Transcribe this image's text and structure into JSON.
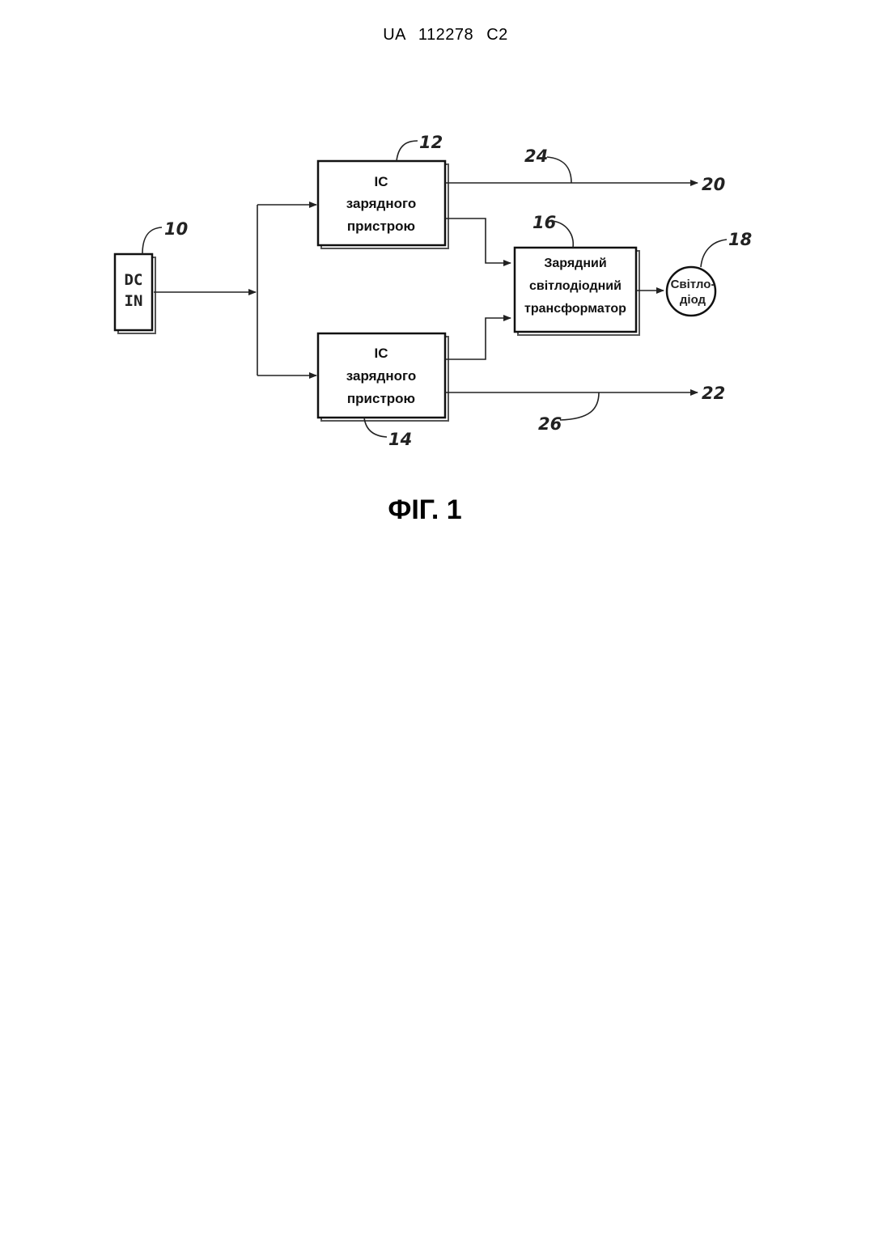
{
  "header": {
    "doc_id": "UA   112278   C2"
  },
  "figure": {
    "caption": "ФІГ. 1",
    "blocks": {
      "dc_in": {
        "line1": "DC",
        "line2": "IN",
        "ref": "10"
      },
      "charger_ic_top": {
        "line1": "IC",
        "line2": "зарядного",
        "line3": "пристрою",
        "ref": "12"
      },
      "charger_ic_bottom": {
        "line1": "IC",
        "line2": "зарядного",
        "line3": "пристрою",
        "ref": "14"
      },
      "led_transformer": {
        "line1": "Зарядний",
        "line2": "світлодіодний",
        "line3": "трансформатор",
        "ref": "16"
      },
      "led": {
        "line1": "Світло-",
        "line2": "діод",
        "ref": "18"
      }
    },
    "outputs": {
      "top": {
        "ref": "20",
        "line_ref": "24"
      },
      "bottom": {
        "ref": "22",
        "line_ref": "26"
      }
    }
  }
}
